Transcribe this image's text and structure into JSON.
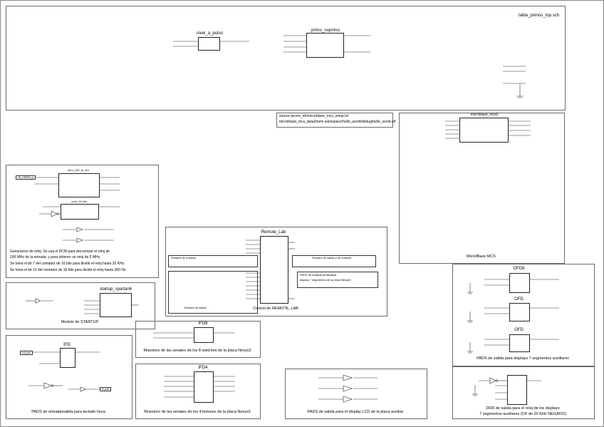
{
  "sheet": {
    "name": "tabla_primos_top.sch"
  },
  "top": {
    "nivel_a_pulso": "nivel_a_pulso",
    "primo_noprimo": "primo_noprimo",
    "source_lines": [
      "source ipcore_dir/microblaze_mcs_setup.tcl",
      "microblaze_mcs_data2mem workspace/hello_world/debug/hello_world.elf"
    ]
  },
  "sections": {
    "clock": {
      "caption_lines": [
        "Generacion de reloj. Se usa el DCM para sincronizar el reloj de",
        "100 MHz de la entrada, y para obtener un reloj de 5 MHz.",
        "Se toma el bit 7 del contador de 16 bits para dividir el reloj hasta 20 KHz.",
        "Se toma el bit 13 del contador de 16 bits para dividir el reloj hasta 300 Hz."
      ],
      "dcm": "dcm_100_to_5m",
      "counter": "cont_16 bits"
    },
    "startup": {
      "caption": "Modulo de STARTUP",
      "block": "startup_spartan6"
    },
    "pads_keyboard": {
      "caption": "PADS de entrada/salida para teclado hexa",
      "block": "IFD"
    },
    "switches": {
      "caption": "Muestreo de las senales de los 8 switches de la placa Nexys3",
      "block": "IFD8"
    },
    "buttons": {
      "caption": "Muestreo de las senales de los 4 botones de la placa Nexys3",
      "block": "IFD4"
    },
    "remote": {
      "caption": "Control de REMOTE_LAB",
      "block": "Remote_Lab",
      "in_label": "Senales de entrada",
      "out_label": "Senales de salida",
      "subtext_1": "Senales de salida y de entrada",
      "subtext_2": "PADS de entrada ya filtrados",
      "subtext_3": "display 7 segmentos de la placa Nexys3"
    },
    "lcd": {
      "caption": "PADS de salida para el display LCD de la placa auxiliar"
    },
    "mcs": {
      "caption": "MicroBlaze MCS",
      "block": "microblaze_mcs0"
    },
    "pads7seg": {
      "caption": "PADS de salida para displays 7 segmentos auxiliares",
      "blocks": [
        "OFD8",
        "OFD",
        "OFD"
      ]
    },
    "ddr": {
      "caption_lines": [
        "DDR de salida para el reloj de los displays",
        "7 segmentos auxiliares (CK de 20 KHz NEGADO)"
      ]
    }
  }
}
